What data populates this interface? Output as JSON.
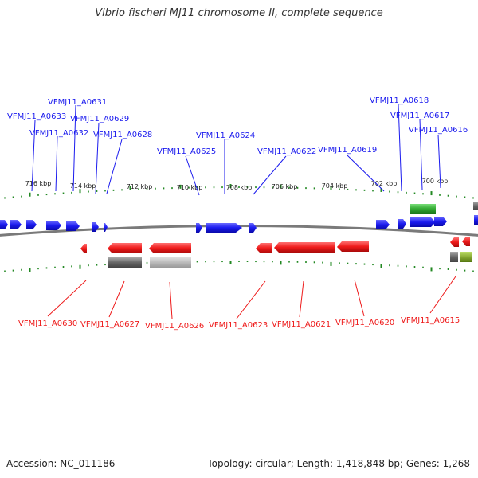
{
  "title": "Vibrio fischeri MJ11 chromosome II, complete sequence",
  "footer": {
    "accession": "Accession: NC_011186",
    "stats": "Topology: circular; Length: 1,418,848 bp; Genes: 1,268"
  },
  "colors": {
    "forward": "#1a1aee",
    "reverse": "#ee1a1a",
    "grey_feature": "#777777",
    "light_grey_feature": "#bbbbbb",
    "green_feature": "#33aa33",
    "olive_feature": "#88aa33",
    "tick": "#228822",
    "backbone": "#888888"
  },
  "scale": {
    "ticks": [
      "716 kbp",
      "714 kbp",
      "712 kbp",
      "710 kbp",
      "708 kbp",
      "706 kbp",
      "704 kbp",
      "702 kbp",
      "700 kbp"
    ]
  },
  "genes_top": [
    "VFMJ11_A0631",
    "VFMJ11_A0633",
    "VFMJ11_A0629",
    "VFMJ11_A0632",
    "VFMJ11_A0628",
    "VFMJ11_A0624",
    "VFMJ11_A0625",
    "VFMJ11_A0622",
    "VFMJ11_A0619",
    "VFMJ11_A0618",
    "VFMJ11_A0617",
    "VFMJ11_A0616"
  ],
  "genes_bottom": [
    "VFMJ11_A0630",
    "VFMJ11_A0627",
    "VFMJ11_A0626",
    "VFMJ11_A0623",
    "VFMJ11_A0621",
    "VFMJ11_A0620",
    "VFMJ11_A0615"
  ]
}
